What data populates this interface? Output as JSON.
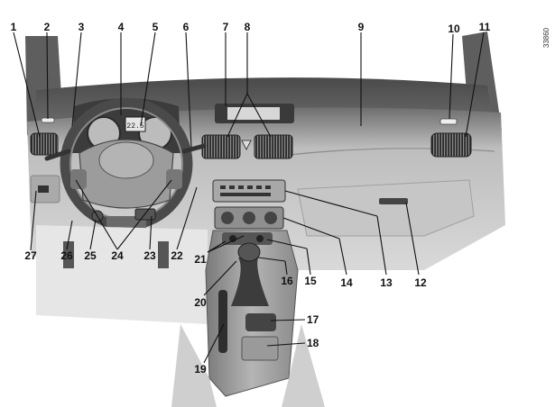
{
  "reference_code": "33860",
  "callouts": [
    "1",
    "2",
    "3",
    "4",
    "5",
    "6",
    "7",
    "8",
    "9",
    "10",
    "11",
    "12",
    "13",
    "14",
    "15",
    "16",
    "17",
    "18",
    "19",
    "20",
    "21",
    "22",
    "23",
    "24",
    "25",
    "26",
    "27"
  ],
  "gauge_display": "22.5"
}
